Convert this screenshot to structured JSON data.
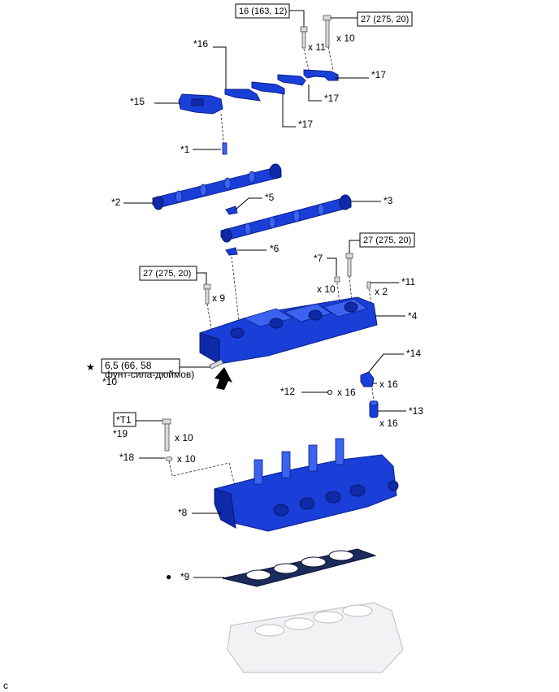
{
  "torque": {
    "t16": "16 (163, 12)",
    "t27a": "27 (275, 20)",
    "t27b": "27 (275, 20)",
    "t27c": "27 (275, 20)",
    "t65_line1": "6,5 (66, 58",
    "t65_line2": "фунт-сила-дюймов)",
    "t1": "*T1"
  },
  "callouts": {
    "c16": "*16",
    "c15": "*15",
    "c17a": "*17",
    "c17b": "*17",
    "c17c": "*17",
    "c1": "*1",
    "c2": "*2",
    "c3": "*3",
    "c5": "*5",
    "c6": "*6",
    "c7": "*7",
    "c4": "*4",
    "c11": "*11",
    "c10": "*10",
    "c14": "*14",
    "c12": "*12",
    "c13": "*13",
    "c19": "*19",
    "c18": "*18",
    "c8": "*8",
    "c9": "*9"
  },
  "quantities": {
    "q_top_11": "x 11",
    "q_top_10": "x 10",
    "q_7": "x 10",
    "q_11": "x 2",
    "q_9": "x 9",
    "q_14": "x 16",
    "q_12": "x 16",
    "q_13": "x 16",
    "q_19": "x 10",
    "q_18": "x 10"
  },
  "markers": {
    "star": "★",
    "dot": "●"
  },
  "footer": {
    "code": "c"
  },
  "colors": {
    "part_blue": "#1a3fd8",
    "gasket_dark": "#1a2b5c",
    "block_ghost": "#f1f2f4"
  }
}
